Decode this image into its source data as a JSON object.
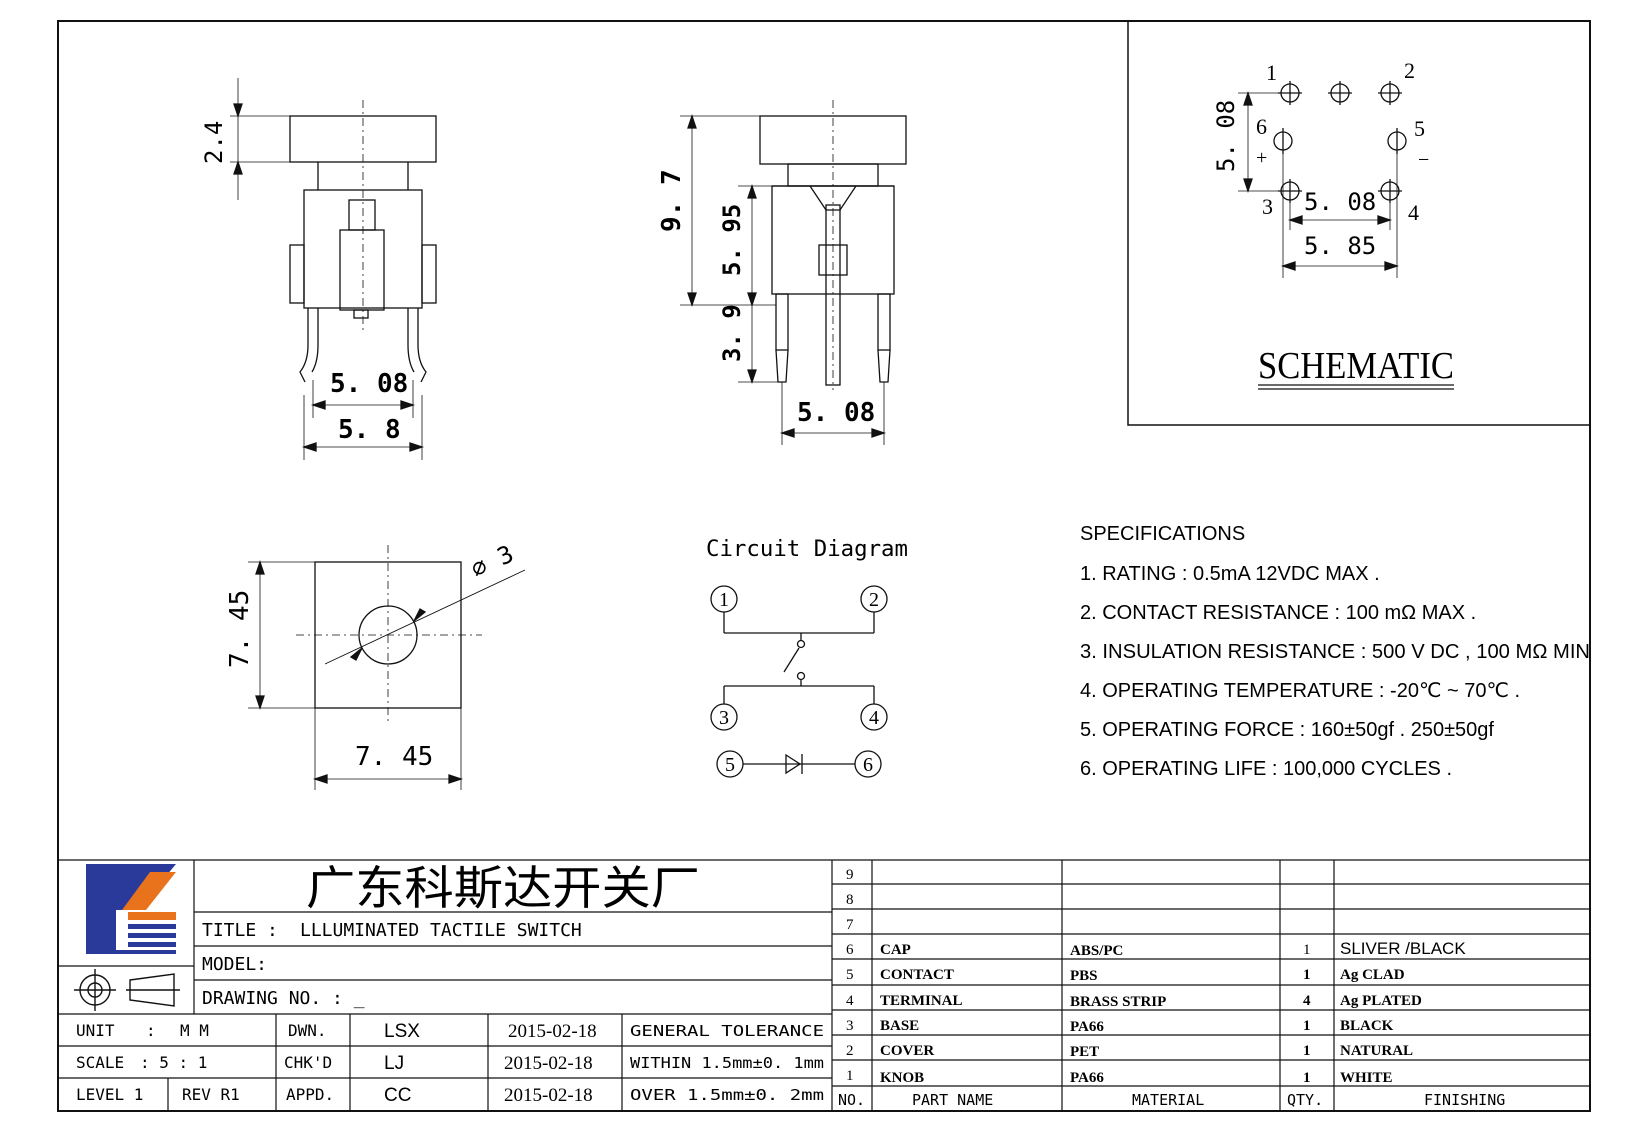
{
  "drawing": {
    "dims": {
      "side_cap_h": "2.4",
      "side_pitch": "5. 08",
      "side_width": "5. 8",
      "front_height": "9. 7",
      "front_body": "5. 95",
      "front_pin": "3. 9",
      "front_pitch": "5. 08",
      "top_h": "7. 45",
      "top_w": "7. 45",
      "top_dia": "⌀ 3"
    },
    "schematic": {
      "title": "SCHEMATIC",
      "pin1": "1",
      "pin2": "2",
      "pin3": "3",
      "pin4": "4",
      "pin5": "5",
      "pin6": "6",
      "plus": "+",
      "minus": "−",
      "dim_v": "5. 08",
      "dim_inner": "5. 08",
      "dim_outer": "5. 85"
    },
    "circuit": {
      "title": "Circuit  Diagram",
      "n1": "1",
      "n2": "2",
      "n3": "3",
      "n4": "4",
      "n5": "5",
      "n6": "6"
    }
  },
  "specs": {
    "heading": "SPECIFICATIONS",
    "items": [
      "1. RATING : 0.5mA 12VDC MAX .",
      "2. CONTACT RESISTANCE : 100 mΩ MAX .",
      "3. INSULATION RESISTANCE : 500 V DC , 100 MΩ MIN",
      "4. OPERATING TEMPERATURE : -20℃ ~ 70℃ .",
      "5. OPERATING FORCE : 160±50gf . 250±50gf",
      "6. OPERATING LIFE : 100,000 CYCLES ."
    ]
  },
  "titleblock": {
    "company": "广东科斯达开关厂",
    "title_label": "TITLE :",
    "title_value": "LLLUMINATED TACTILE SWITCH",
    "model_label": "MODEL:",
    "drawing_no_label": "DRAWING NO.  : _",
    "unit_label": "UNIT",
    "unit_sep": ":",
    "unit_value": "M M",
    "scale_label": "SCALE",
    "scale_value": ":   5 : 1",
    "level_label": "LEVEL 1",
    "rev_label": "REV   R1",
    "dwn_label": "DWN.",
    "chk_label": "CHK'D",
    "appd_label": "APPD.",
    "dwn_name": "LSX",
    "chk_name": "LJ",
    "appd_name": "CC",
    "dwn_date": "2015-02-18",
    "chk_date": "2015-02-18",
    "appd_date": "2015-02-18",
    "tol_title": "GENERAL TOLERANCE",
    "tol_within": "WITHIN 1.5mm±0. 1mm",
    "tol_over": "OVER    1.5mm±0. 2mm"
  },
  "bom": {
    "header": {
      "no": "NO.",
      "part": "PART   NAME",
      "material": "MATERIAL",
      "qty": "QTY.",
      "finishing": "FINISHING"
    },
    "rows": [
      {
        "no": "9",
        "part": "",
        "material": "",
        "qty": "",
        "finish": ""
      },
      {
        "no": "8",
        "part": "",
        "material": "",
        "qty": "",
        "finish": ""
      },
      {
        "no": "7",
        "part": "",
        "material": "",
        "qty": "",
        "finish": ""
      },
      {
        "no": "6",
        "part": "CAP",
        "material": "ABS/PC",
        "qty": "1",
        "finish": "SLIVER /BLACK"
      },
      {
        "no": "5",
        "part": "CONTACT",
        "material": "PBS",
        "qty": "1",
        "finish": "Ag CLAD"
      },
      {
        "no": "4",
        "part": "TERMINAL",
        "material": "BRASS STRIP",
        "qty": "4",
        "finish": "Ag PLATED"
      },
      {
        "no": "3",
        "part": "BASE",
        "material": "PA66",
        "qty": "1",
        "finish": "BLACK"
      },
      {
        "no": "2",
        "part": "COVER",
        "material": "PET",
        "qty": "1",
        "finish": "NATURAL"
      },
      {
        "no": "1",
        "part": "KNOB",
        "material": "PA66",
        "qty": "1",
        "finish": "WHITE"
      }
    ]
  },
  "colors": {
    "logo_blue": "#2a3a9a",
    "logo_orange": "#e8731c",
    "line": "#111111"
  }
}
